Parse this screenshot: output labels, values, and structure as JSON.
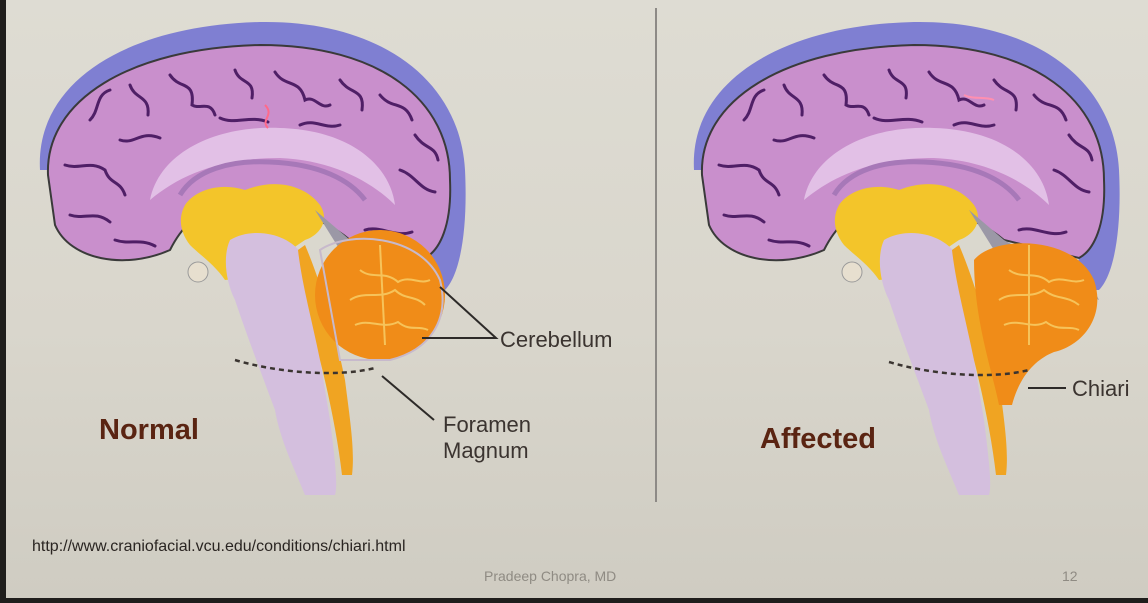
{
  "left_panel": {
    "caption": "Normal",
    "label_cerebellum": "Cerebellum",
    "label_foramen_line1": "Foramen",
    "label_foramen_line2": "Magnum"
  },
  "right_panel": {
    "caption": "Affected",
    "label_chiari": "Chiari"
  },
  "footer": {
    "url": "http://www.craniofacial.vcu.edu/conditions/chiari.html",
    "author": "Pradeep Chopra, MD",
    "page_number": "12"
  },
  "colors": {
    "dura": "#7f7fd2",
    "cerebrum": "#c98fcc",
    "sulci": "#4f1f66",
    "brainstem": "#d4bfde",
    "cerebellum": "#f08c18",
    "midbrain": "#f3c52a"
  }
}
